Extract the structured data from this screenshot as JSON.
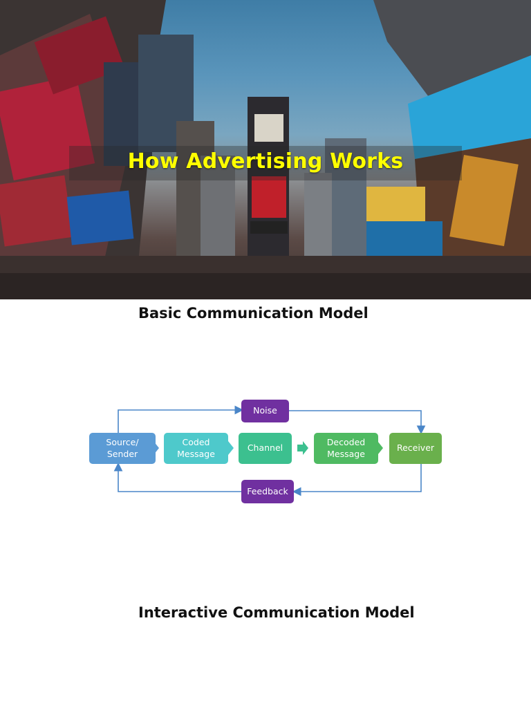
{
  "hero": {
    "title": "How Advertising Works"
  },
  "sections": {
    "basic_title": "Basic Communication Model",
    "interactive_title": "Interactive Communication Model"
  },
  "diagram": {
    "nodes": {
      "source": "Source/ Sender",
      "coded": "Coded Message",
      "channel": "Channel",
      "decoded": "Decoded Message",
      "receiver": "Receiver",
      "noise": "Noise",
      "feedback": "Feedback"
    },
    "colors": {
      "source": "#5b9bd5",
      "coded": "#4ec9cb",
      "channel": "#3cc08f",
      "decoded": "#4fba62",
      "receiver": "#6ab04c",
      "noise_feedback": "#7030a0",
      "connector": "#4a86c8"
    }
  },
  "title_color": "#ffff00"
}
